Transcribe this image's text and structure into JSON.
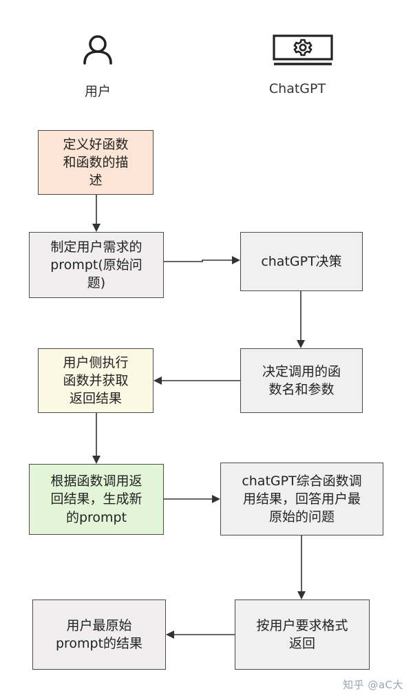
{
  "actors": {
    "user": {
      "label": "用户",
      "icon": "user-icon"
    },
    "chatgpt": {
      "label": "ChatGPT",
      "icon": "monitor-gear-icon"
    }
  },
  "nodes": {
    "n1": {
      "text": "定义好函数\n和函数的描\n述",
      "color": "#fce5d4"
    },
    "n2": {
      "text": "制定用户需求的\nprompt(原始问\n题)",
      "color": "#f0eeee"
    },
    "n3": {
      "text": "chatGPT决策",
      "color": "#f0f0f0"
    },
    "n4": {
      "text": "决定调用的函\n数名和参数",
      "color": "#f0f0f0"
    },
    "n5": {
      "text": "用户侧执行\n函数并获取\n返回结果",
      "color": "#fdf8e4"
    },
    "n6": {
      "text": "根据函数调用返\n回结果，生成新\n的prompt",
      "color": "#e3f5d7"
    },
    "n7": {
      "text": "chatGPT综合函数调\n用结果，回答用户最\n原始的问题",
      "color": "#f0f0f0"
    },
    "n8": {
      "text": "按用户要求格式\n返回",
      "color": "#f0f0f0"
    },
    "n9": {
      "text": "用户最原始\nprompt的结果",
      "color": "#f0eeee"
    }
  },
  "edges": [
    [
      "n1",
      "n2"
    ],
    [
      "n2",
      "n3"
    ],
    [
      "n3",
      "n4"
    ],
    [
      "n4",
      "n5"
    ],
    [
      "n5",
      "n6"
    ],
    [
      "n6",
      "n7"
    ],
    [
      "n7",
      "n8"
    ],
    [
      "n8",
      "n9"
    ]
  ],
  "watermark": "知乎 @aC大",
  "colors": {
    "stroke": "#4a4a4a",
    "arrow": "#333333"
  }
}
